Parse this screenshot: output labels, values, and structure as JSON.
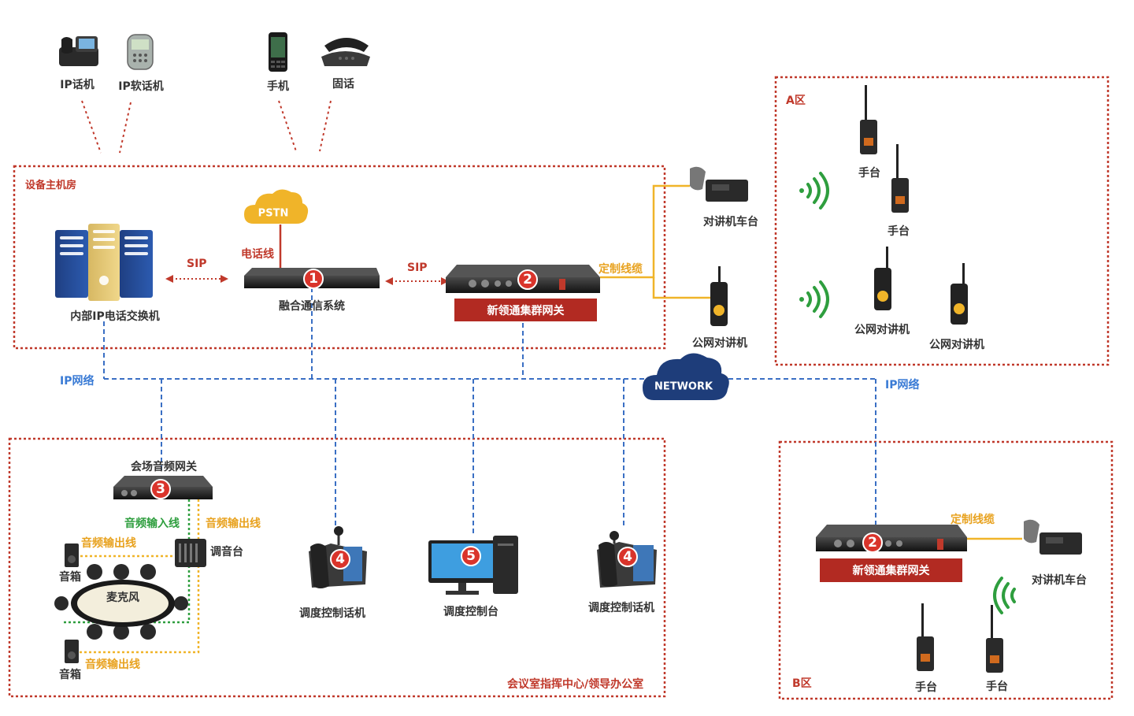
{
  "zones": {
    "equipment_room": "设备主机房",
    "zone_a": "A区",
    "zone_b": "B区",
    "meeting_room": "会议室指挥中心/领导办公室"
  },
  "top_devices": {
    "ip_phone": "IP话机",
    "ip_softphone": "IP软话机",
    "mobile": "手机",
    "landline": "固话"
  },
  "equipment": {
    "pbx": "内部IP电话交换机",
    "pstn": "PSTN",
    "phone_line": "电话线",
    "fusion_system": "融合通信系统",
    "sip_left": "SIP",
    "sip_right": "SIP",
    "gateway": "新领通集群网关",
    "custom_cable": "定制线缆",
    "vehicle_radio": "对讲机车台",
    "public_radio": "公网对讲机"
  },
  "zone_a_devices": {
    "handheld_1": "手台",
    "handheld_2": "手台",
    "public_radio_1": "公网对讲机",
    "public_radio_2": "公网对讲机"
  },
  "network": {
    "ip_network_left": "IP网络",
    "ip_network_right": "IP网络",
    "cloud": "NETWORK"
  },
  "meeting": {
    "audio_gateway": "会场音频网关",
    "audio_in": "音频输入线",
    "audio_out_right": "音频输出线",
    "audio_out_top": "音频输出线",
    "audio_out_bottom": "音频输出线",
    "mixer": "调音台",
    "speaker_top": "音箱",
    "speaker_bottom": "音箱",
    "microphone": "麦克风",
    "dispatch_phone_1": "调度控制话机",
    "dispatch_console": "调度控制台",
    "dispatch_phone_2": "调度控制话机"
  },
  "zone_b_devices": {
    "gateway": "新领通集群网关",
    "custom_cable": "定制线缆",
    "vehicle_radio": "对讲机车台",
    "handheld_1": "手台",
    "handheld_2": "手台"
  },
  "badges": {
    "fusion": "1",
    "gateway": "2",
    "audio_gateway": "3",
    "phone_1": "4",
    "console": "5",
    "phone_2": "4",
    "gateway_b": "2"
  },
  "colors": {
    "zone_border": "#c0392b",
    "ip_line": "#3a6fc4",
    "cable_orange": "#f0b429",
    "cable_green": "#2e9e3e",
    "banner": "#b22a22"
  }
}
